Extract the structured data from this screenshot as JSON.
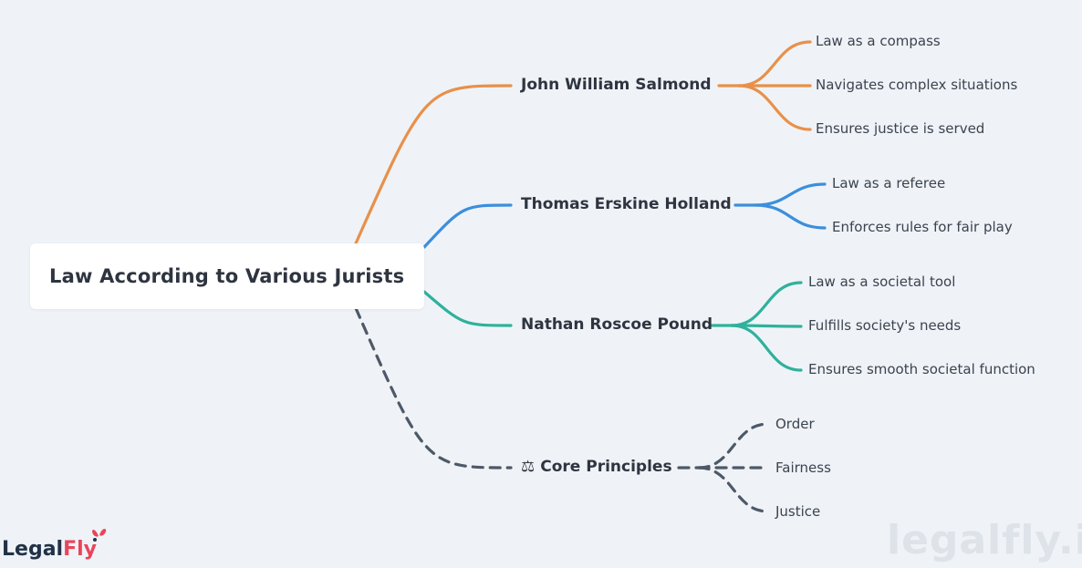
{
  "root": {
    "label": "Law According to Various Jurists"
  },
  "branches": [
    {
      "label": "John William Salmond",
      "color": "#e8904a",
      "leaves": [
        "Law as a compass",
        "Navigates complex situations",
        "Ensures justice is served"
      ]
    },
    {
      "label": "Thomas Erskine Holland",
      "color": "#3b8fdc",
      "leaves": [
        "Law as a referee",
        "Enforces rules for fair play"
      ]
    },
    {
      "label": "Nathan Roscoe Pound",
      "color": "#2fb19c",
      "leaves": [
        "Law as a societal tool",
        "Fulfills society's needs",
        "Ensures smooth societal function"
      ]
    },
    {
      "label": "Core Principles",
      "icon": "balance-scale-icon",
      "icon_glyph": "⚖",
      "color": "#4d5968",
      "dashed": true,
      "leaves": [
        "Order",
        "Fairness",
        "Justice"
      ]
    }
  ],
  "brand": {
    "logo_main": "Legal",
    "logo_accent": "Fly",
    "watermark": "legalfly.in"
  }
}
